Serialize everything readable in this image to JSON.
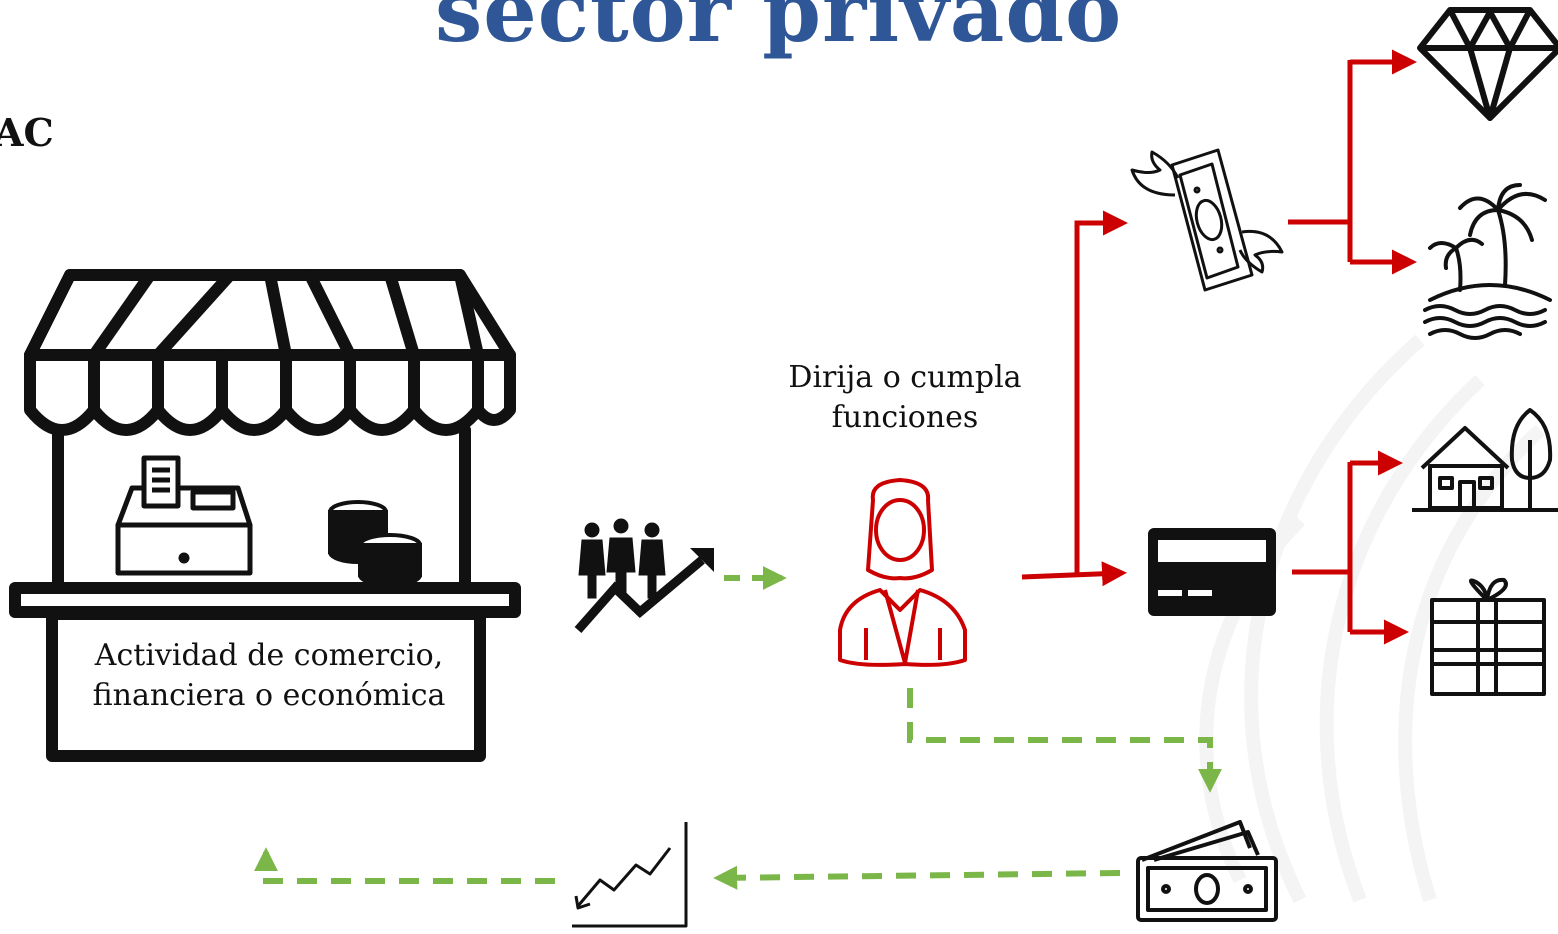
{
  "title": "sector privado",
  "side_text": "AC",
  "stall": {
    "label_line1": "Actividad de comercio,",
    "label_line2": "financiera o económica"
  },
  "person": {
    "label_line1": "Dirija o cumpla",
    "label_line2": "funciones"
  },
  "colors": {
    "title": "#2f5696",
    "red": "#cc0000",
    "green": "#7ab648",
    "ink": "#111111"
  },
  "icons": [
    "market-stall-icon",
    "cash-register-icon",
    "coins-icon",
    "people-growth-icon",
    "woman-icon",
    "flying-money-icon",
    "credit-card-icon",
    "diamond-icon",
    "island-icon",
    "house-icon",
    "gift-icon",
    "banknote-icon",
    "growth-chart-icon"
  ]
}
